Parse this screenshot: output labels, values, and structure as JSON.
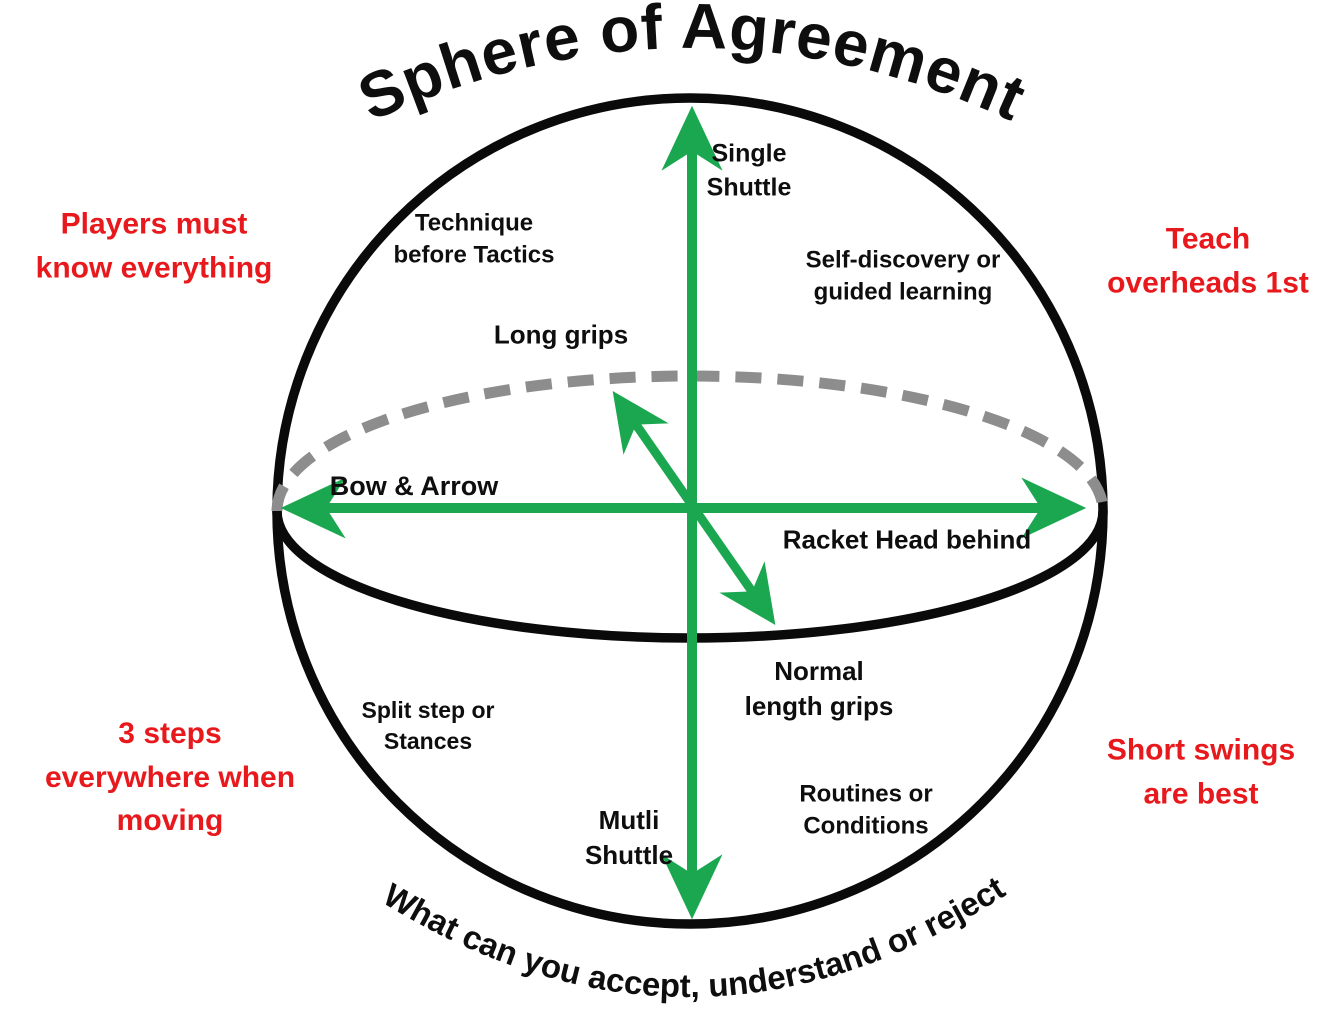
{
  "title": "Sphere of Agreement",
  "bottom_question": "What can you accept, understand or reject",
  "colors": {
    "arrow_green": "#1ba750",
    "outside_text_red": "#e8191d",
    "sphere_black": "#0a0a0a",
    "equator_gray": "#8d8d8d"
  },
  "inside_labels": {
    "single_shuttle": [
      "Single",
      "Shuttle"
    ],
    "technique_before_tactics": [
      "Technique",
      "before Tactics"
    ],
    "self_discovery": [
      "Self-discovery or",
      "guided learning"
    ],
    "long_grips": [
      "Long grips"
    ],
    "bow_and_arrow": [
      "Bow & Arrow"
    ],
    "racket_head_behind": [
      "Racket Head behind"
    ],
    "normal_length_grips": [
      "Normal",
      "length grips"
    ],
    "split_step_or_stances": [
      "Split step or",
      "Stances"
    ],
    "routines_or_conditions": [
      "Routines or",
      "Conditions"
    ],
    "multi_shuttle": [
      "Mutli",
      "Shuttle"
    ]
  },
  "outside_labels": {
    "players_must_know_everything": [
      "Players must",
      "know everything"
    ],
    "teach_overheads_1st": [
      "Teach",
      "overheads 1st"
    ],
    "three_steps_everywhere_when_moving": [
      "3 steps",
      "everywhere when",
      "moving"
    ],
    "short_swings_are_best": [
      "Short swings",
      "are best"
    ]
  }
}
